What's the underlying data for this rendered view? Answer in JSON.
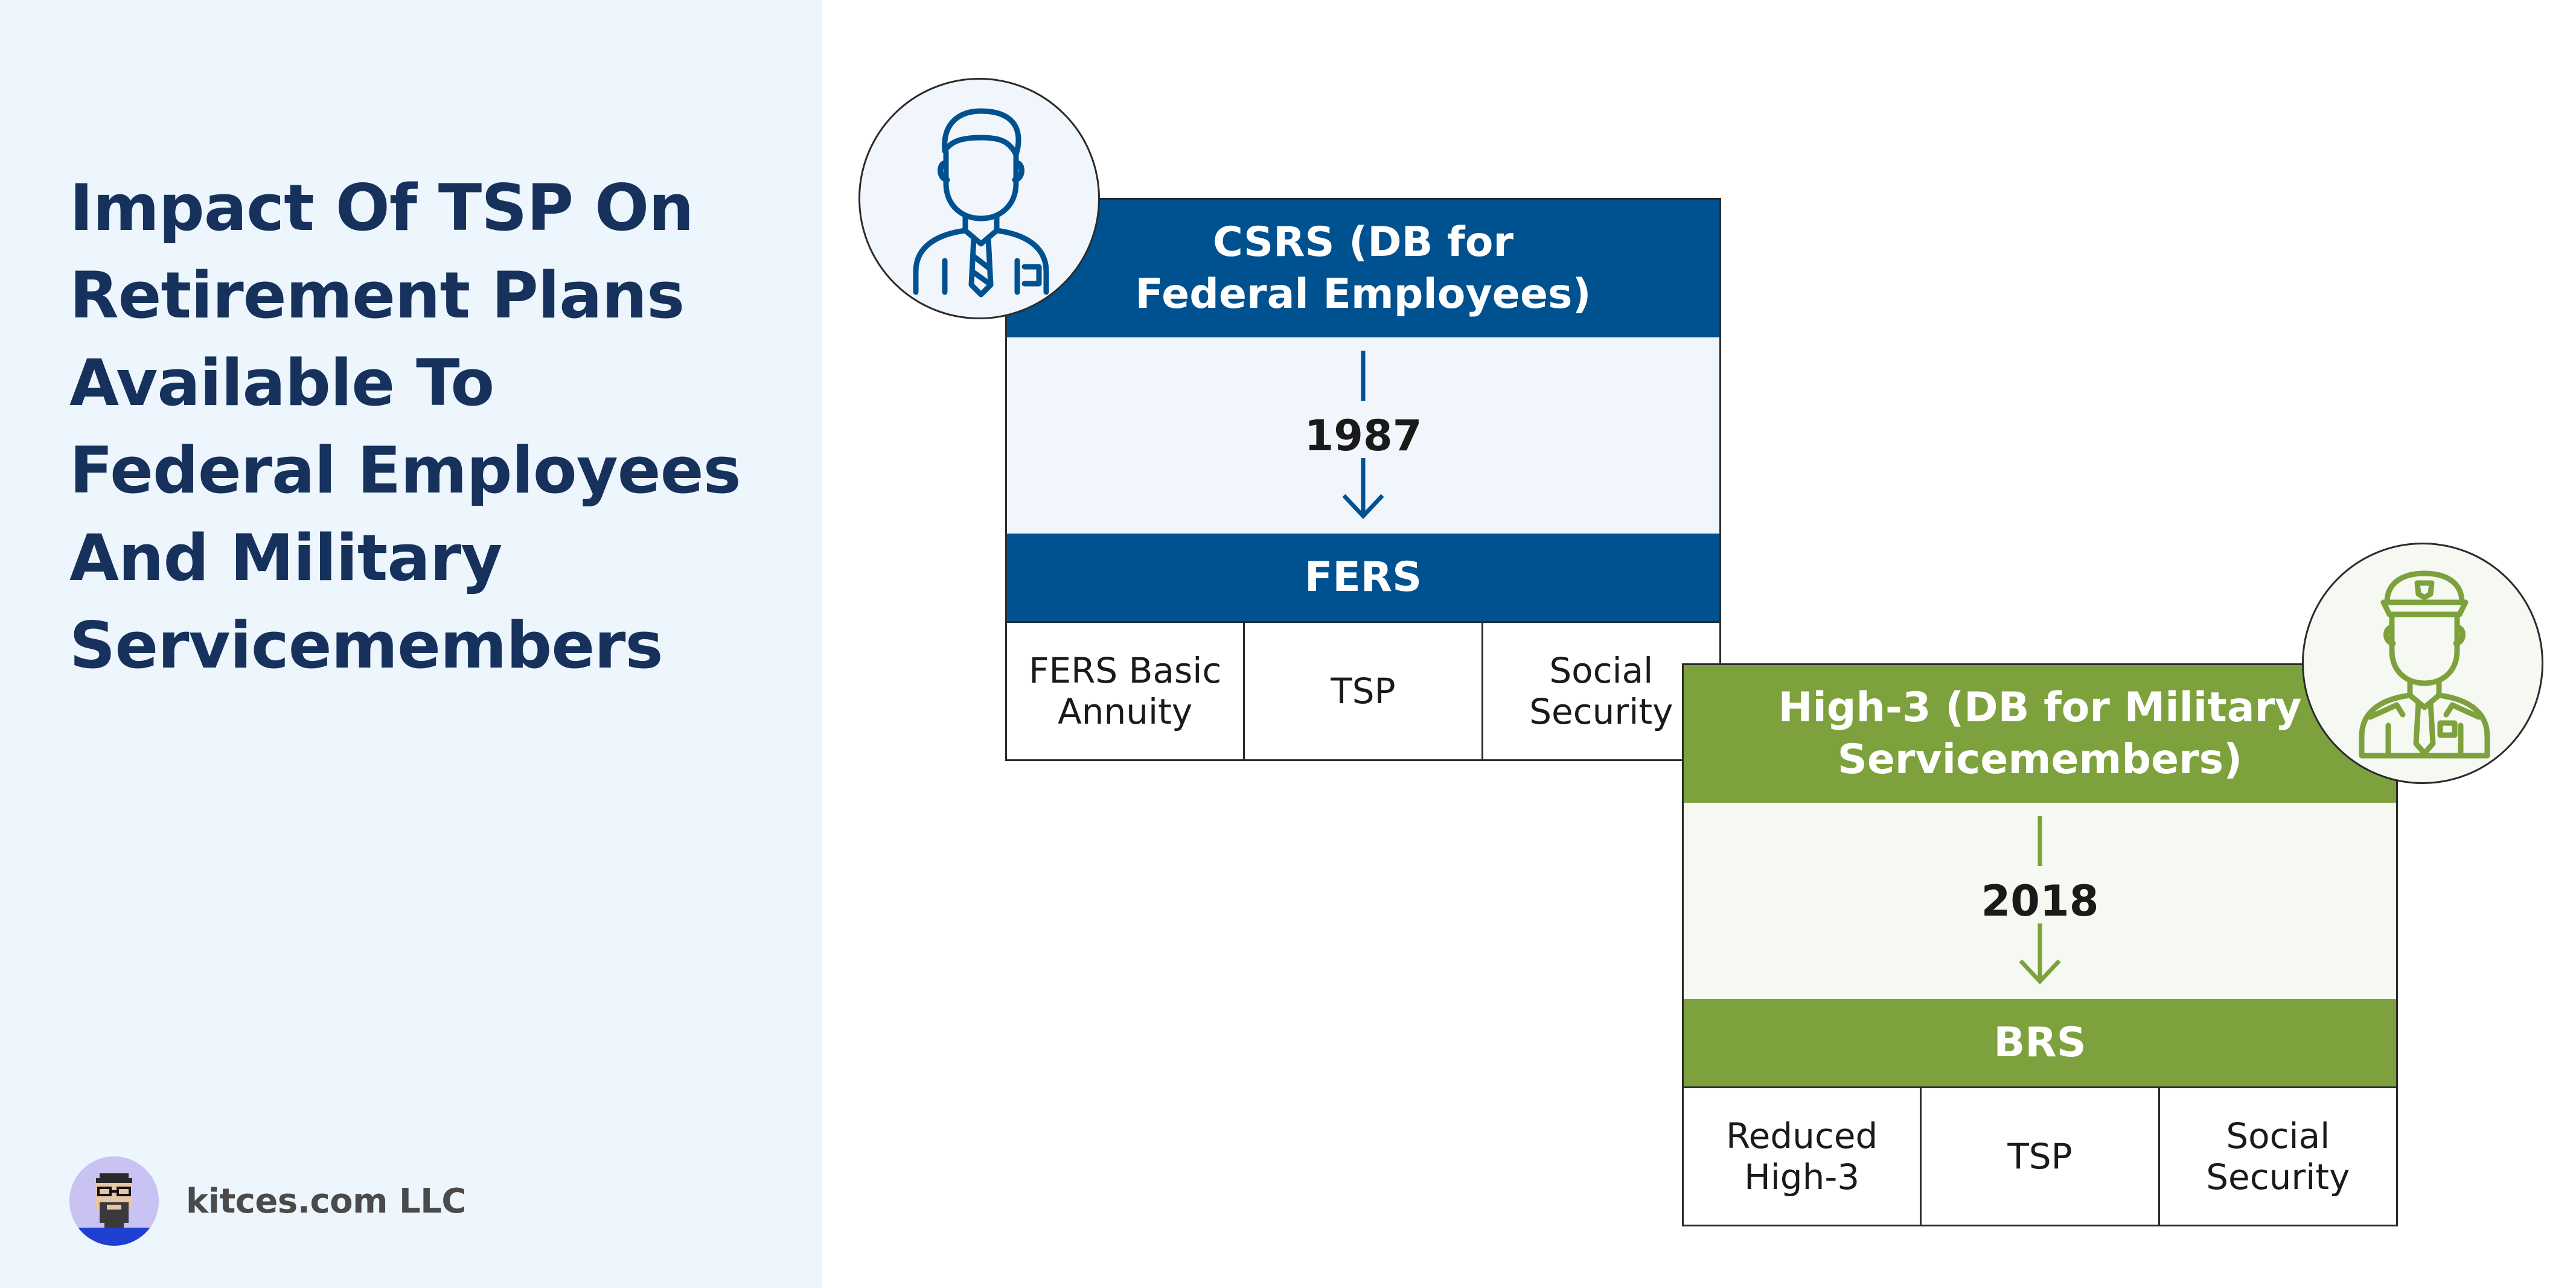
{
  "title_lines": [
    "Impact Of TSP On",
    "Retirement Plans",
    "Available To",
    "Federal Employees",
    "And Military",
    "Servicemembers"
  ],
  "brand": {
    "name": "kitces.com LLC",
    "avatar_icon": "pixel-avatar-icon"
  },
  "colors": {
    "federal": "#00518f",
    "military": "#7da13c",
    "title": "#16325c",
    "sidebar_bg": "#edf5fd"
  },
  "federal": {
    "icon": "businessman-icon",
    "header_lines": [
      "CSRS (DB for",
      "Federal Employees)"
    ],
    "year": "1987",
    "new_plan": "FERS",
    "components": [
      {
        "lines": [
          "FERS Basic",
          "Annuity"
        ]
      },
      {
        "lines": [
          "TSP"
        ]
      },
      {
        "lines": [
          "Social",
          "Security"
        ]
      }
    ]
  },
  "military": {
    "icon": "soldier-icon",
    "header_lines": [
      "High-3 (DB for Military",
      "Servicemembers)"
    ],
    "year": "2018",
    "new_plan": "BRS",
    "components": [
      {
        "lines": [
          "Reduced",
          "High-3"
        ]
      },
      {
        "lines": [
          "TSP"
        ]
      },
      {
        "lines": [
          "Social",
          "Security"
        ]
      }
    ]
  }
}
